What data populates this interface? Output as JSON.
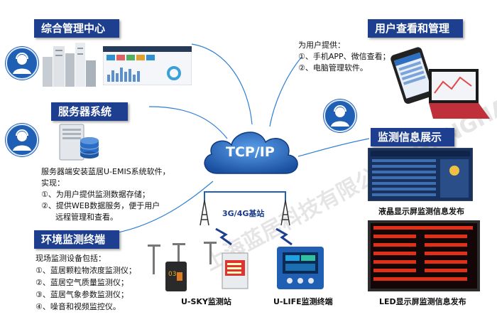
{
  "center": {
    "label": "TCP/IP"
  },
  "base_station": {
    "label": "3G/4G基站"
  },
  "integrated": {
    "title": "综合管理中心"
  },
  "server": {
    "title": "服务器系统",
    "lines": [
      "服务器端安装蓝居U-EMIS系统软件，",
      "实现：",
      "①、为用户提供监测数据存储；",
      "②、提供WEB数据服务，便于用户",
      "远程管理和查看。"
    ]
  },
  "terminal": {
    "title": "环境监测终端",
    "lines": [
      "现场监测设备包括：",
      "①、蓝居颗粒物浓度监测仪；",
      "②、蓝居空气质量监测仪；",
      "③、蓝居气象参数监测仪；",
      "④、噪音和视频监控仪。"
    ],
    "devices": [
      "U-SKY监测站",
      "U-LIFE监测终端"
    ]
  },
  "user": {
    "title": "用户查看和管理",
    "lines": [
      "为用户提供：",
      "①、手机APP、微信查看；",
      "②、电脑管理软件。"
    ]
  },
  "display": {
    "title": "监测信息展示",
    "captions": [
      "液晶显示屏监测信息发布",
      "LED显示屏监测信息发布"
    ]
  },
  "watermark": "上海蓝居科技有限公司 SHANGHAI LANJU TECHNOLOGY"
}
